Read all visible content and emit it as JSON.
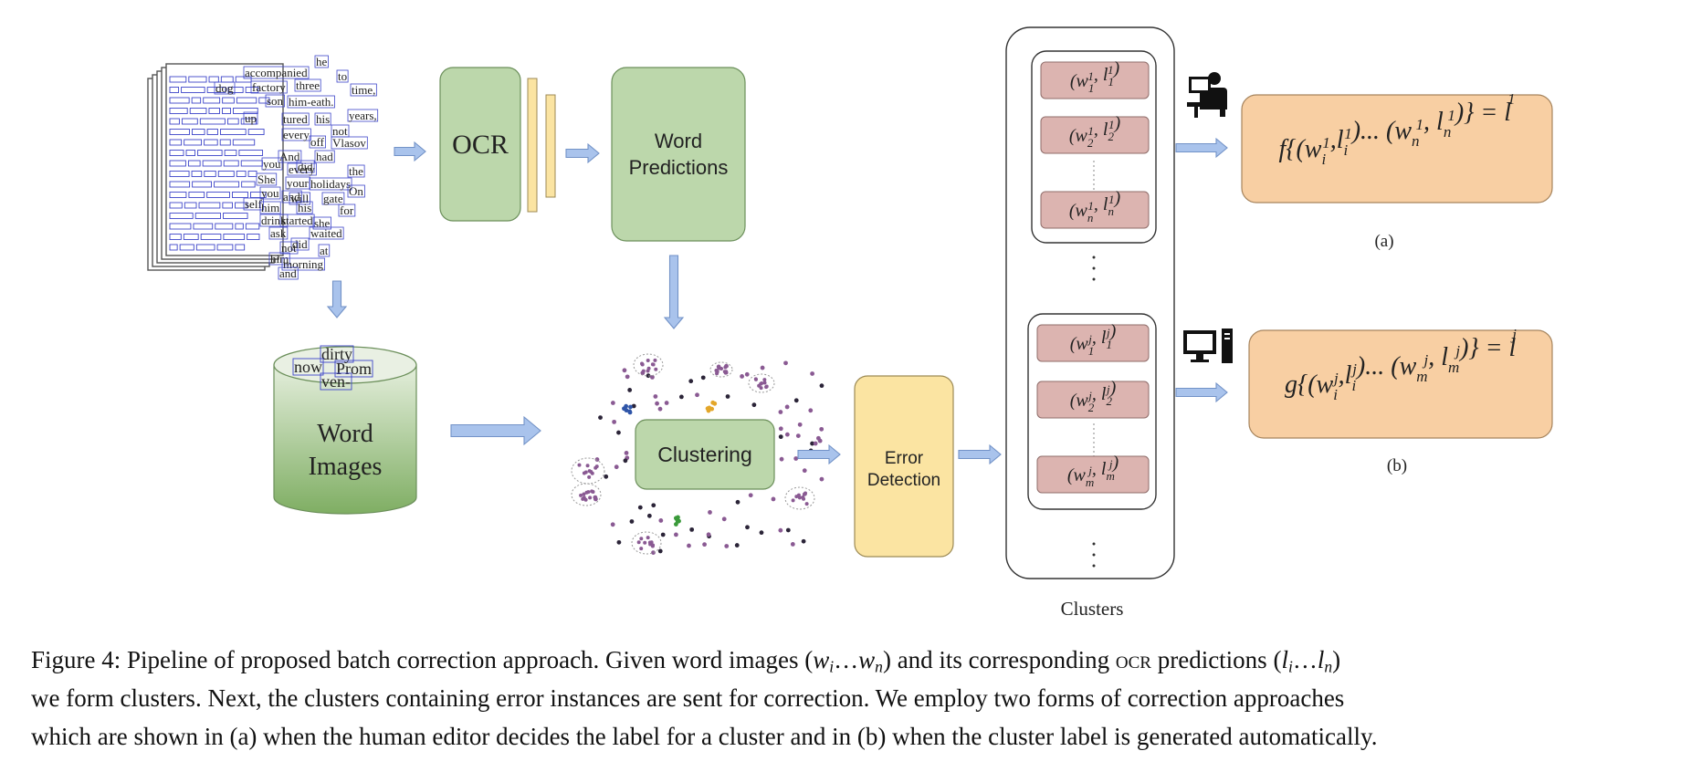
{
  "document_words": [
    "he",
    "accompanied",
    "to",
    "dog",
    "factory",
    "three",
    "time,",
    "son",
    "him-eath.",
    "up",
    "tured",
    "his",
    "years,",
    "every",
    "not",
    "off",
    "Vlasov",
    "And",
    "had",
    "did",
    "you",
    "She",
    "every",
    "the",
    "your",
    "and",
    "holidays",
    "On",
    "you",
    "will",
    "gate",
    "self",
    "him",
    "his",
    "for",
    "drink",
    "started",
    "she",
    "ask",
    "waited",
    "did",
    "not",
    "at",
    "him",
    "morning",
    "and"
  ],
  "word_images_words": [
    "dirty",
    "now",
    "Prom",
    "ven-"
  ],
  "labels": {
    "ocr": "OCR",
    "word_predictions": [
      "Word",
      "Predictions"
    ],
    "word_images": [
      "Word",
      "Images"
    ],
    "clustering": "Clustering",
    "error_detection": [
      "Error",
      "Detection"
    ],
    "clusters": "Clusters",
    "panel_a": "(a)",
    "panel_b": "(b)"
  },
  "cluster_pairs_1": [
    {
      "w": "w",
      "ws": "1",
      "wsup": "1",
      "l": "l",
      "ls": "1",
      "lsup": "1"
    },
    {
      "w": "w",
      "ws": "2",
      "wsup": "1",
      "l": "l",
      "ls": "2",
      "lsup": "1"
    },
    {
      "w": "w",
      "ws": "n",
      "wsup": "1",
      "l": "l",
      "ls": "n",
      "lsup": "1"
    }
  ],
  "cluster_pairs_2": [
    {
      "w": "w",
      "ws": "1",
      "wsup": "j",
      "l": "l",
      "ls": "1",
      "lsup": "j"
    },
    {
      "w": "w",
      "ws": "2",
      "wsup": "j",
      "l": "l",
      "ls": "2",
      "lsup": "j"
    },
    {
      "w": "w",
      "ws": "m",
      "wsup": "j",
      "l": "l",
      "ls": "m",
      "lsup": "j"
    }
  ],
  "formula_a": {
    "fn": "f{(w",
    "s1": "i",
    "s2": "1",
    "mid": ",l",
    "s3": "i",
    "s4": "1",
    "dots": ")... (w",
    "s5": "n",
    "s6": "1",
    "c": ", l",
    "s7": "n",
    "s8": "1",
    "end": ")} = l",
    "s9": "1"
  },
  "formula_b": {
    "fn": "g{(w",
    "s1": "i",
    "s2": "j",
    "mid": ",l",
    "s3": "i",
    "s4": "j",
    "dots": ")... (w",
    "s5": "m",
    "s6": "j",
    "c": ", l",
    "s7": "m",
    "s8": "j",
    "end": ")} = l",
    "s9": "j"
  },
  "icons": {
    "human_editor": "human-editor-icon",
    "computer": "computer-icon"
  },
  "colors": {
    "green_fill": "#bcd7ab",
    "green_stroke": "#6b8f5a",
    "orange_fill": "#f8cfa3",
    "orange_stroke": "#a6845d",
    "yellow_fill": "#fbe4a2",
    "yellow_stroke": "#9c8a55",
    "pink_fill": "#dcb4b0",
    "pink_stroke": "#8f6d6a",
    "arrow_fill": "#a9c3ec",
    "arrow_stroke": "#7292c7",
    "word_box": "#3d45c9",
    "scatter": "#8a5a93"
  },
  "caption": {
    "l1_a": "Figure 4:",
    "l1_b": " Pipeline of proposed batch correction approach. Given word images ",
    "l1_c": " and its corresponding ",
    "l1_ocr": "ocr",
    "l1_d": " predictions ",
    "l2": "we form clusters. Next, the clusters containing error instances are sent for correction. We employ two forms of correction approaches",
    "l3": "which are shown in (a) when the human editor decides the label for a cluster and in (b) when the cluster label is generated automatically."
  }
}
